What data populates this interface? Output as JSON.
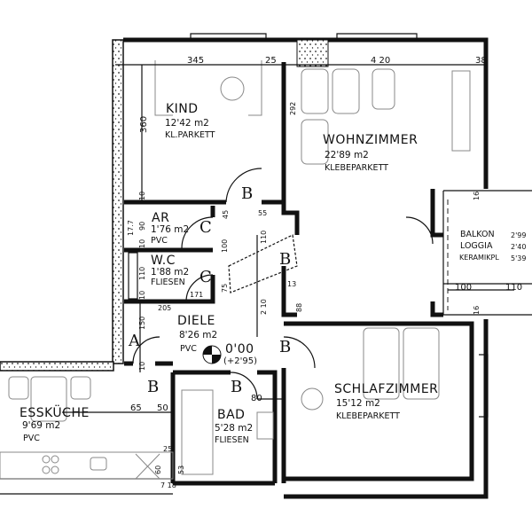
{
  "rooms": {
    "kind": {
      "name": "KIND",
      "area": "12'42 m2",
      "floor": "KL.PARKETT"
    },
    "wohnzimmer": {
      "name": "WOHNZIMMER",
      "area": "22'89 m2",
      "floor": "KLEBEPARKETT"
    },
    "balkon": {
      "name": "BALKON",
      "name2": "LOGGIA",
      "floor": "KERAMIKPL",
      "val1": "2'99",
      "val2": "2'40",
      "val3": "5'39"
    },
    "ar": {
      "name": "AR",
      "area": "1'76 m2",
      "floor": "PVC"
    },
    "wc": {
      "name": "W.C",
      "area": "1'88 m2",
      "floor": "FLIESEN"
    },
    "diele": {
      "name": "DIELE",
      "area": "8'26 m2",
      "floor": "PVC",
      "level": "0'00",
      "level2": "(+2'95)"
    },
    "schlafzimmer": {
      "name": "SCHLAFZIMMER",
      "area": "15'12 m2",
      "floor": "KLEBEPARKETT"
    },
    "esskueche": {
      "name": "ESSKÜCHE",
      "area": "9'69 m2",
      "floor": "PVC"
    },
    "bad": {
      "name": "BAD",
      "area": "5'28 m2",
      "floor": "FLIESEN"
    }
  },
  "dimensions": {
    "d345": "345",
    "d25a": "25",
    "d420": "4 20",
    "d38": "38",
    "d360": "360",
    "d292": "292",
    "d10a": "10",
    "d55": "55",
    "d45": "45",
    "d90": "90",
    "d177": "17.7",
    "d10b": "10",
    "d100a": "100",
    "d110a": "110",
    "d110b": "110",
    "d10c": "10",
    "d75": "75",
    "d171": "171",
    "d205": "205",
    "d150": "150",
    "d210": "2 10",
    "d13": "13",
    "d88": "88",
    "d16a": "16",
    "d16b": "16",
    "d100b": "100",
    "d110c": "110",
    "d65": "65",
    "d50": "50",
    "d80": "80",
    "d10d": "10",
    "d25b": "25",
    "d60": "60",
    "d53": "53",
    "d718": "7 18"
  },
  "door_marks": {
    "a": "A",
    "b": "B",
    "c": "C"
  }
}
